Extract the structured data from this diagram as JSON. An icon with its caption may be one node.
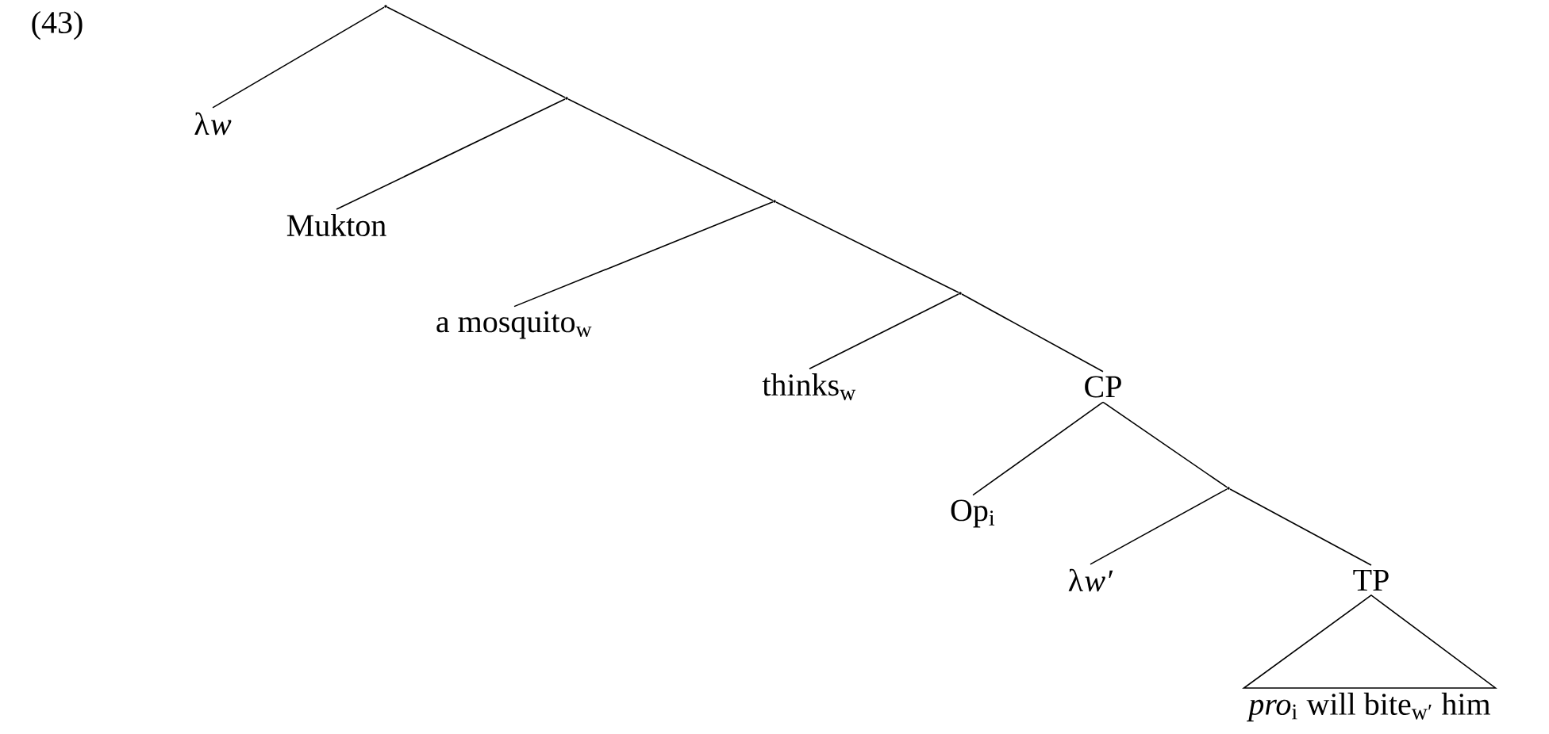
{
  "diagram": {
    "nodes": [
      {
        "text": [],
        "shape": "point"
      },
      {
        "text": [
          "λ$^{}$*w*"
        ]
      },
      {
        "text": [],
        "shape": "point"
      },
      {
        "text": [
          "Mukton"
        ]
      },
      {
        "text": [],
        "shape": "point"
      },
      {
        "text": [
          "a mosquito$_{w}$"
        ]
      },
      {
        "text": [],
        "shape": "point"
      },
      {
        "text": [
          "thinks$_{w}$"
        ]
      },
      {
        "text": [
          "CP"
        ]
      },
      {
        "text": [
          "Op$_{i}$"
        ]
      },
      {
        "text": [],
        "shape": "point"
      },
      {
        "text": [
          "λ$^{}$*w′*"
        ]
      },
      {
        "text": [
          "TP"
        ]
      },
      {
        "text": [
          "*pro*$_{i}$ will bite$_{w′}$ him"
        ]
      }
    ],
    "edges": [
      {
        "from": 0,
        "to": 1,
        "arrow": "none"
      },
      {
        "from": 0,
        "to": 2,
        "arrow": "none"
      },
      {
        "from": 2,
        "to": 3,
        "arrow": "none"
      },
      {
        "from": 2,
        "to": 4,
        "arrow": "none"
      },
      {
        "from": 4,
        "to": 5,
        "arrow": "none"
      },
      {
        "from": 4,
        "to": 6,
        "arrow": "none"
      },
      {
        "from": 6,
        "to": 7,
        "arrow": "none"
      },
      {
        "from": 6,
        "to": 8,
        "arrow": "none"
      },
      {
        "from": 8,
        "to": 9,
        "arrow": "none"
      },
      {
        "from": 8,
        "to": 10,
        "arrow": "none"
      },
      {
        "from": 10,
        "to": 11,
        "arrow": "none"
      },
      {
        "from": 10,
        "to": 12,
        "arrow": "none"
      },
      {
        "from": 12,
        "to": 13,
        "arrow": "none"
      }
    ],
    "labels": [
      "(43)"
    ]
  }
}
